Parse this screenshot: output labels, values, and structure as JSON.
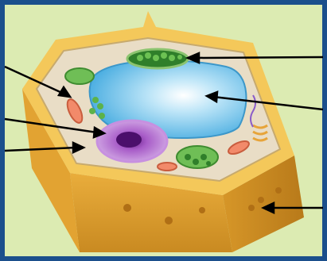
{
  "diagram": {
    "colors": {
      "border": "#1b4f8c",
      "panel": "#dcebb2",
      "wall_top": "#f4c85a",
      "wall_side": "#d99a2a",
      "wall_dark": "#b97a19",
      "cytoplasm": "#e9ddc6",
      "vacuole": "#6fc3ec",
      "nucleus": "#a45ac2",
      "chloroplast": "#5fae4b",
      "mitochondrion": "#f28a6a",
      "arrow": "#000000"
    },
    "parts": [
      {
        "id": "chloroplast-top",
        "label": ""
      },
      {
        "id": "central-vacuole",
        "label": ""
      },
      {
        "id": "cell-wall",
        "label": ""
      },
      {
        "id": "cell-membrane",
        "label": ""
      },
      {
        "id": "nucleus",
        "label": ""
      },
      {
        "id": "cytoplasm",
        "label": ""
      }
    ]
  }
}
